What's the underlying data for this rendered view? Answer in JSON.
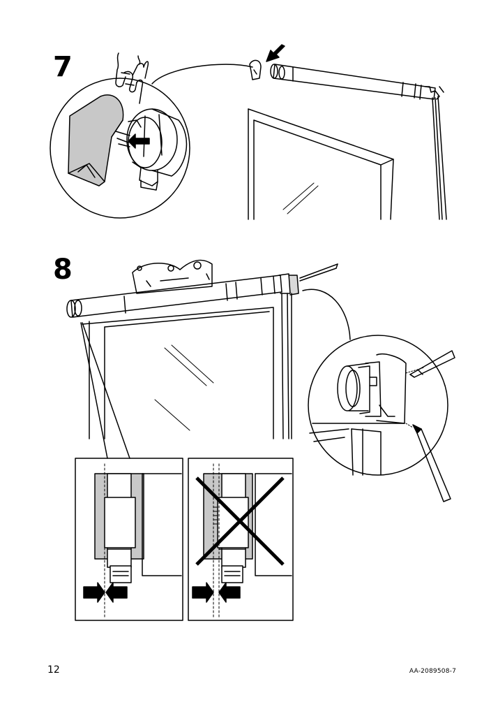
{
  "steps": [
    {
      "number": "7"
    },
    {
      "number": "8"
    }
  ],
  "footer": {
    "page_number": "12",
    "document_code": "AA-2089508-7"
  },
  "illustrations": {
    "step7": [
      "hand-icon",
      "bracket-detail-icon",
      "arrow-icon",
      "roller-blind-icon",
      "window-frame-icon"
    ],
    "step8": [
      "bracket-plate-icon",
      "roller-blind-icon",
      "pencil-icon",
      "window-frame-icon"
    ],
    "alignment_panels": [
      {
        "status": "correct"
      },
      {
        "status": "incorrect",
        "mark": "cross-icon"
      }
    ]
  },
  "colors": {
    "line": "#000000",
    "fill_gray": "#c8c8c8",
    "background": "#ffffff"
  }
}
